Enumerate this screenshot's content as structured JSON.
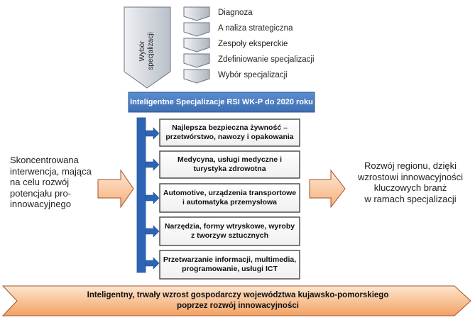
{
  "process": {
    "vertical_label": [
      "Wybór",
      "specjalizacji"
    ],
    "steps": [
      "Diagnoza",
      "A naliza strategiczna",
      "Zespoły eksperckie",
      "Zdefiniowanie specjalizacji",
      "Wybór specjalizacji"
    ]
  },
  "main_banner": "Inteligentne Specjalizacje RSI WK-P do 2020 roku",
  "sectors": [
    "Najlepsza bezpieczna żywność – przetwórstwo, nawozy i opakowania",
    "Medycyna, usługi medyczne i turystyka zdrowotna",
    "Automotive, urządzenia transportowe i automatyka przemysłowa",
    "Narzędzia, formy wtryskowe, wyroby z tworzyw sztucznych",
    "Przetwarzanie informacji, multimedia, programowanie, usługi ICT"
  ],
  "left_text": [
    "Skoncentrowana",
    "interwencja, mająca",
    "na celu rozwój",
    "potencjału pro-",
    "innowacyjnego"
  ],
  "right_text": [
    "Rozwój regionu, dzięki",
    "wzrostowi innowacyjności",
    "kluczowych branż",
    "w ramach specjalizacji"
  ],
  "bottom_text": [
    "Inteligentny, trwały wzrost gospodarczy województwa kujawsko-pomorskiego",
    "poprzez rozwój innowacyjności"
  ],
  "colors": {
    "banner_fill": "#4f81bd",
    "banner_border": "#2f5597",
    "connector": "#2e64b5",
    "orange_light": "#fbe0c4",
    "orange_dark": "#f4a66a",
    "orange_border": "#a0522d",
    "gray_light": "#e8eaed",
    "gray_dark": "#a9b0bb",
    "gray_border": "#6b7280"
  }
}
